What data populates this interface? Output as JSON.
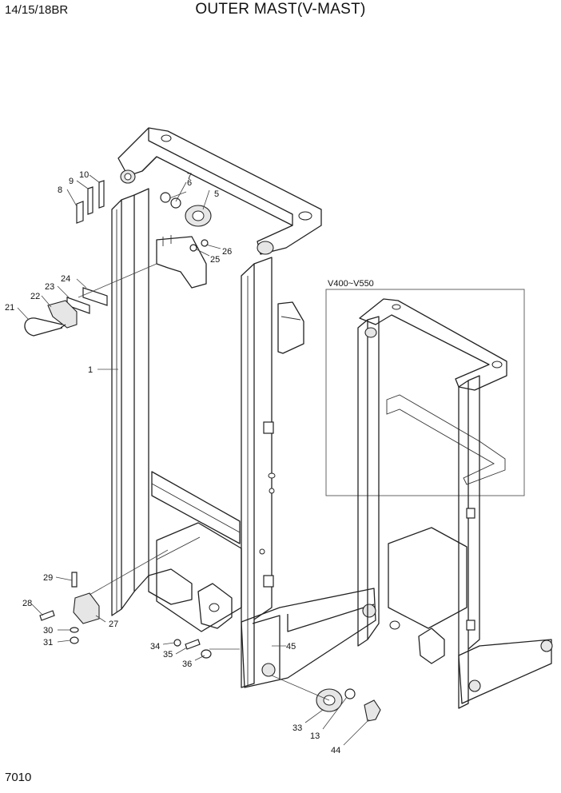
{
  "header": {
    "model": "14/15/18BR",
    "title": "OUTER MAST(V-MAST)"
  },
  "page_number": "7010",
  "inset": {
    "label": "V400~V550"
  },
  "callouts": {
    "c1": "1",
    "c5": "5",
    "c6": "6",
    "c7": "7",
    "c8": "8",
    "c9": "9",
    "c10": "10",
    "c13": "13",
    "c21": "21",
    "c22": "22",
    "c23": "23",
    "c24": "24",
    "c25": "25",
    "c26": "26",
    "c27": "27",
    "c28": "28",
    "c29": "29",
    "c30": "30",
    "c31": "31",
    "c33": "33",
    "c34": "34",
    "c35": "35",
    "c36": "36",
    "c44": "44",
    "c45": "45"
  }
}
